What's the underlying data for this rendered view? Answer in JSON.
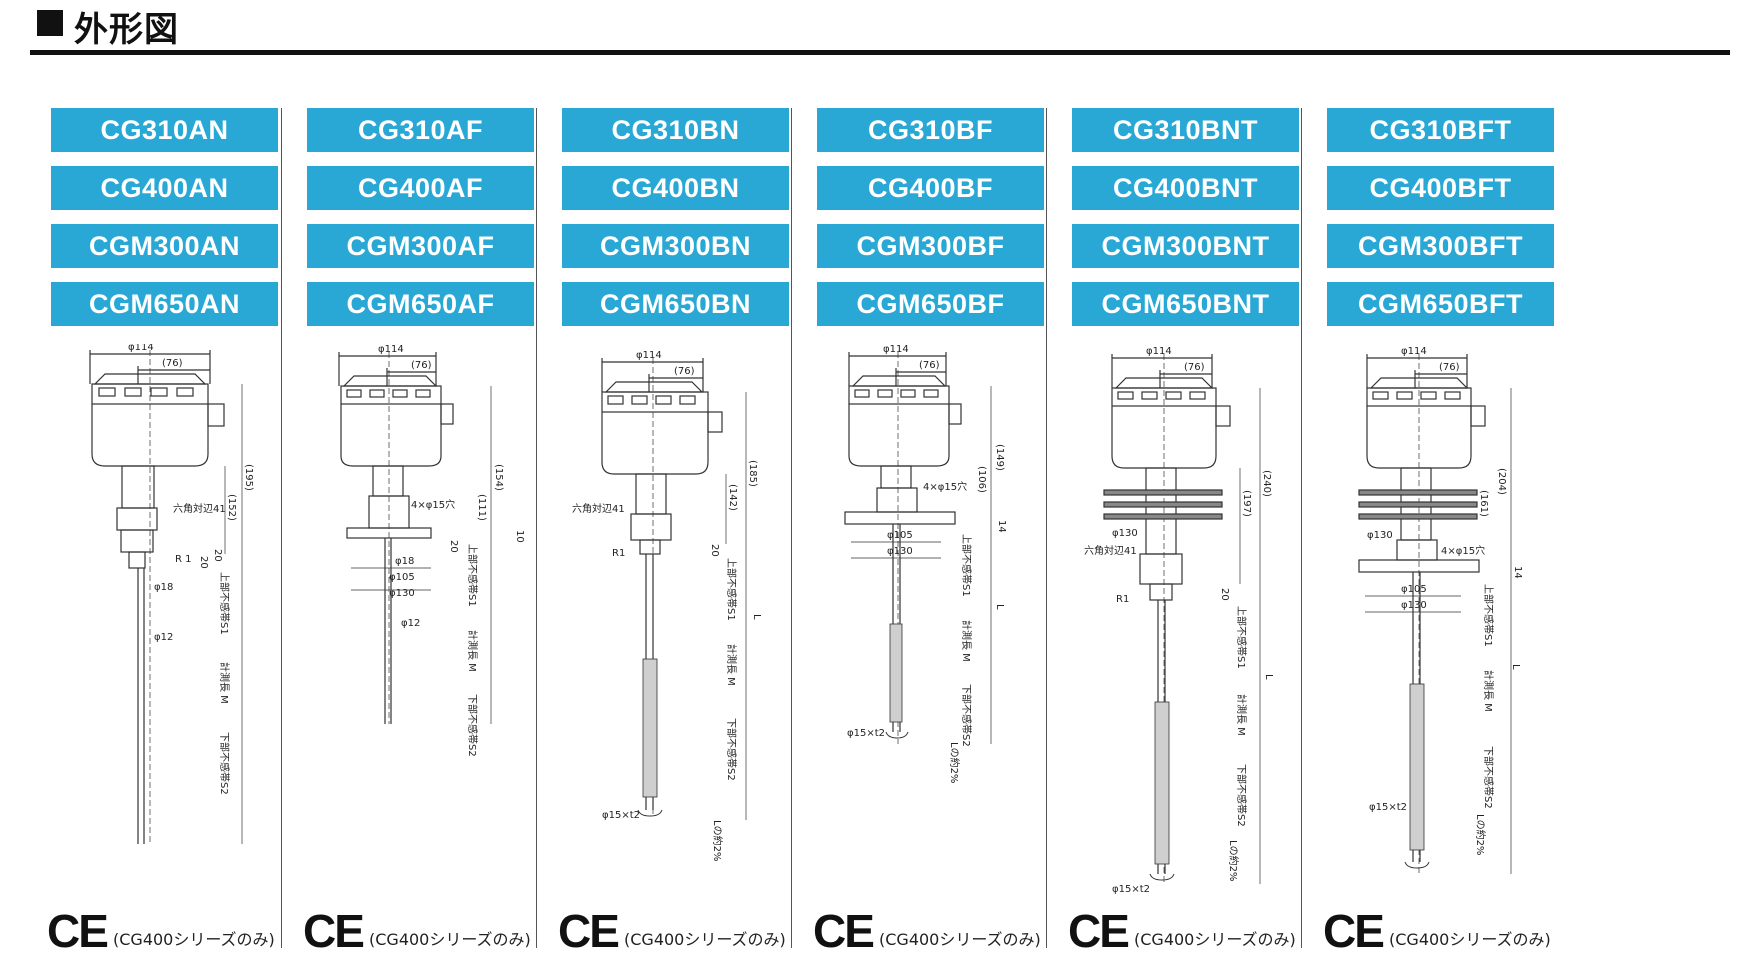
{
  "page": {
    "title": "外形図"
  },
  "columns": [
    {
      "models": [
        "CG310AN",
        "CG400AN",
        "CGM300AN",
        "CGM650AN"
      ],
      "labels": {
        "d114": "φ114",
        "d76": "(76)",
        "v1": "(195)",
        "v2": "(152)",
        "hex": "六角対辺41",
        "r": "R 1",
        "n20": "20",
        "n20b": "20",
        "d18": "φ18",
        "d12": "φ12",
        "s1": "上部不感帯S1",
        "m": "計測長 M",
        "s2": "下部不感帯S2"
      },
      "ce": "CE",
      "ce_note": "(CG400シリーズのみ)"
    },
    {
      "models": [
        "CG310AF",
        "CG400AF",
        "CGM300AF",
        "CGM650AF"
      ],
      "labels": {
        "d114": "φ114",
        "d76": "(76)",
        "v1": "(154)",
        "v2": "(111)",
        "holes": "4×φ15穴",
        "n10": "10",
        "d18": "φ18",
        "d105": "φ105",
        "d130": "φ130",
        "n20": "20",
        "d12": "φ12",
        "s1": "上部不感帯S1",
        "m": "計測長 M",
        "s2": "下部不感帯S2"
      },
      "ce": "CE",
      "ce_note": "(CG400シリーズのみ)"
    },
    {
      "models": [
        "CG310BN",
        "CG400BN",
        "CGM300BN",
        "CGM650BN"
      ],
      "labels": {
        "d114": "φ114",
        "d76": "(76)",
        "v1": "(185)",
        "v2": "(142)",
        "hex": "六角対辺41",
        "r": "R1",
        "n20": "20",
        "s1": "上部不感帯S1",
        "m": "計測長 M",
        "s2": "下部不感帯S2",
        "plate": "φ15×t2",
        "lo": "Lの約2%",
        "lbl": "L"
      },
      "ce": "CE",
      "ce_note": "(CG400シリーズのみ)"
    },
    {
      "models": [
        "CG310BF",
        "CG400BF",
        "CGM300BF",
        "CGM650BF"
      ],
      "labels": {
        "d114": "φ114",
        "d76": "(76)",
        "v1": "(149)",
        "v2": "(106)",
        "holes": "4×φ15穴",
        "n14": "14",
        "d105": "φ105",
        "d130": "φ130",
        "s1": "上部不感帯S1",
        "m": "計測長 M",
        "s2": "下部不感帯S2",
        "plate": "φ15×t2",
        "lo": "Lの約2%",
        "lbl": "L"
      },
      "ce": "CE",
      "ce_note": "(CG400シリーズのみ)"
    },
    {
      "models": [
        "CG310BNT",
        "CG400BNT",
        "CGM300BNT",
        "CGM650BNT"
      ],
      "labels": {
        "d114": "φ114",
        "d76": "(76)",
        "v1": "(240)",
        "v2": "(197)",
        "d130": "φ130",
        "hex": "六角対辺41",
        "r": "R1",
        "n20": "20",
        "s1": "上部不感帯S1",
        "m": "計測長 M",
        "s2": "下部不感帯S2",
        "plate": "φ15×t2",
        "lo": "Lの約2%",
        "lbl": "L"
      },
      "ce": "CE",
      "ce_note": "(CG400シリーズのみ)"
    },
    {
      "models": [
        "CG310BFT",
        "CG400BFT",
        "CGM300BFT",
        "CGM650BFT"
      ],
      "labels": {
        "d114": "φ114",
        "d76": "(76)",
        "v1": "(204)",
        "v2": "(161)",
        "d130": "φ130",
        "holes": "4×φ15穴",
        "n14": "14",
        "d105": "φ105",
        "d130b": "φ130",
        "s1": "上部不感帯S1",
        "m": "計測長 M",
        "s2": "下部不感帯S2",
        "plate": "φ15×t2",
        "lo": "Lの約2%",
        "lbl": "L"
      },
      "ce": "CE",
      "ce_note": "(CG400シリーズのみ)"
    }
  ]
}
